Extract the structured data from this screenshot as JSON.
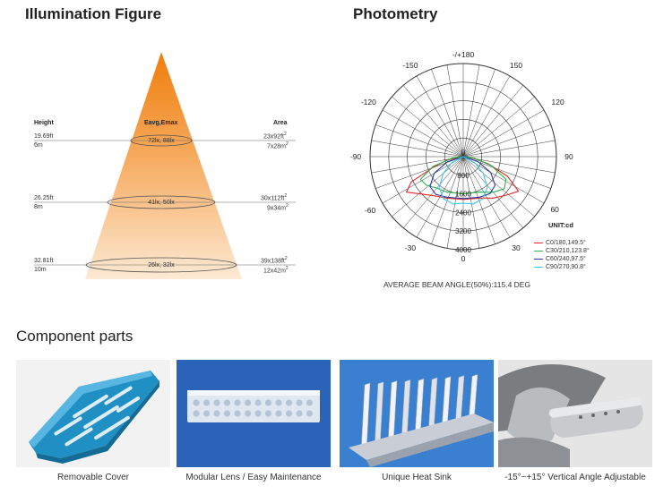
{
  "illumination": {
    "title": "Illumination Figure",
    "col_height": "Height",
    "col_eavg": "Eavg,Emax",
    "col_area": "Area",
    "rows": [
      {
        "height_ft": "19.69ft",
        "height_m": "6m",
        "lux": "72lx, 88lx",
        "area_ft": "23x92ft",
        "area_m": "7x28m"
      },
      {
        "height_ft": "26.25ft",
        "height_m": "8m",
        "lux": "41lx, 50lx",
        "area_ft": "30x112ft",
        "area_m": "9x34m"
      },
      {
        "height_ft": "32.81ft",
        "height_m": "10m",
        "lux": "26lx, 32lx",
        "area_ft": "39x138ft",
        "area_m": "12x42m"
      }
    ],
    "cone_color_top": "#ef7d0a",
    "cone_color_bottom": "#fde9d4"
  },
  "photometry": {
    "title": "Photometry",
    "angle_labels": [
      "-/+180",
      "-150",
      "150",
      "-120",
      "120",
      "-90",
      "90",
      "-60",
      "60",
      "-30",
      "30",
      "0"
    ],
    "radial_labels": [
      "0",
      "800",
      "1600",
      "2400",
      "3200",
      "4000"
    ],
    "unit": "UNIT:cd",
    "legend": [
      {
        "label": "C0/180,149.5°",
        "color": "#e8262a"
      },
      {
        "label": "C30/210,123.8°",
        "color": "#27b24a"
      },
      {
        "label": "C60/240,97.5°",
        "color": "#2a3d9c"
      },
      {
        "label": "C90/270,90.8°",
        "color": "#35c8ef"
      }
    ],
    "beam_angle": "AVERAGE BEAM ANGLE(50%):115.4 DEG"
  },
  "components": {
    "title": "Component parts",
    "items": [
      {
        "caption": "Removable Cover"
      },
      {
        "caption": "Modular Lens / Easy Maintenance"
      },
      {
        "caption": "Unique Heat Sink"
      },
      {
        "caption": "-15°~+15° Vertical Angle Adjustable"
      }
    ]
  }
}
